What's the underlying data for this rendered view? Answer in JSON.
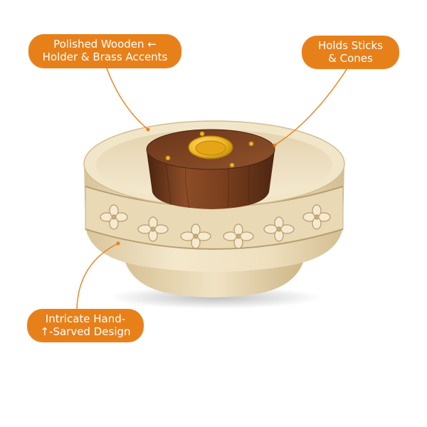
{
  "callouts": {
    "polished": {
      "line1": "Polished Wooden ←",
      "line2": "Holder & Brass Accents"
    },
    "holds": {
      "line1": "Holds Sticks",
      "line2": "& Cones"
    },
    "carved": {
      "line1": "Intricate Hand-",
      "line2": "↑-Sarved Design"
    }
  },
  "colors": {
    "callout_bg": "#e8801a",
    "callout_text": "#ffffff",
    "bowl_light": "#efe2c4",
    "bowl_shadow": "#cdb98f",
    "wood_dark": "#5e2f17",
    "wood_mid": "#8a4a25",
    "brass": "#f0b820"
  }
}
